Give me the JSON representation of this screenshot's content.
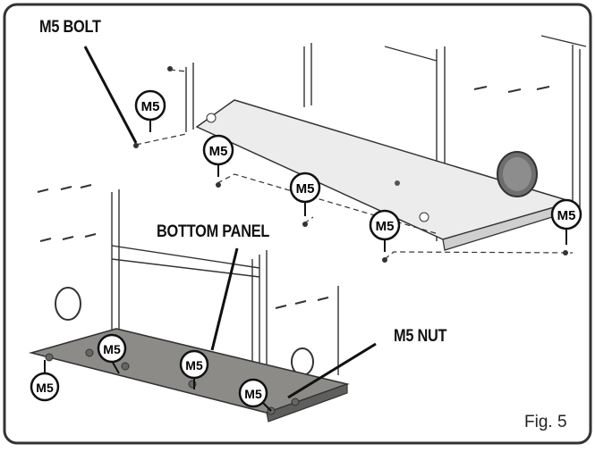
{
  "labels": {
    "bolt": "M5 BOLT",
    "panel": "BOTTOM PANEL",
    "nut": "M5 NUT",
    "figure": "Fig. 5"
  },
  "callout_text": "M5",
  "colors": {
    "frame": "#333333",
    "panel_top": "#e9e9e9",
    "panel_bottom": "#8a8a88",
    "line": "#222222"
  }
}
